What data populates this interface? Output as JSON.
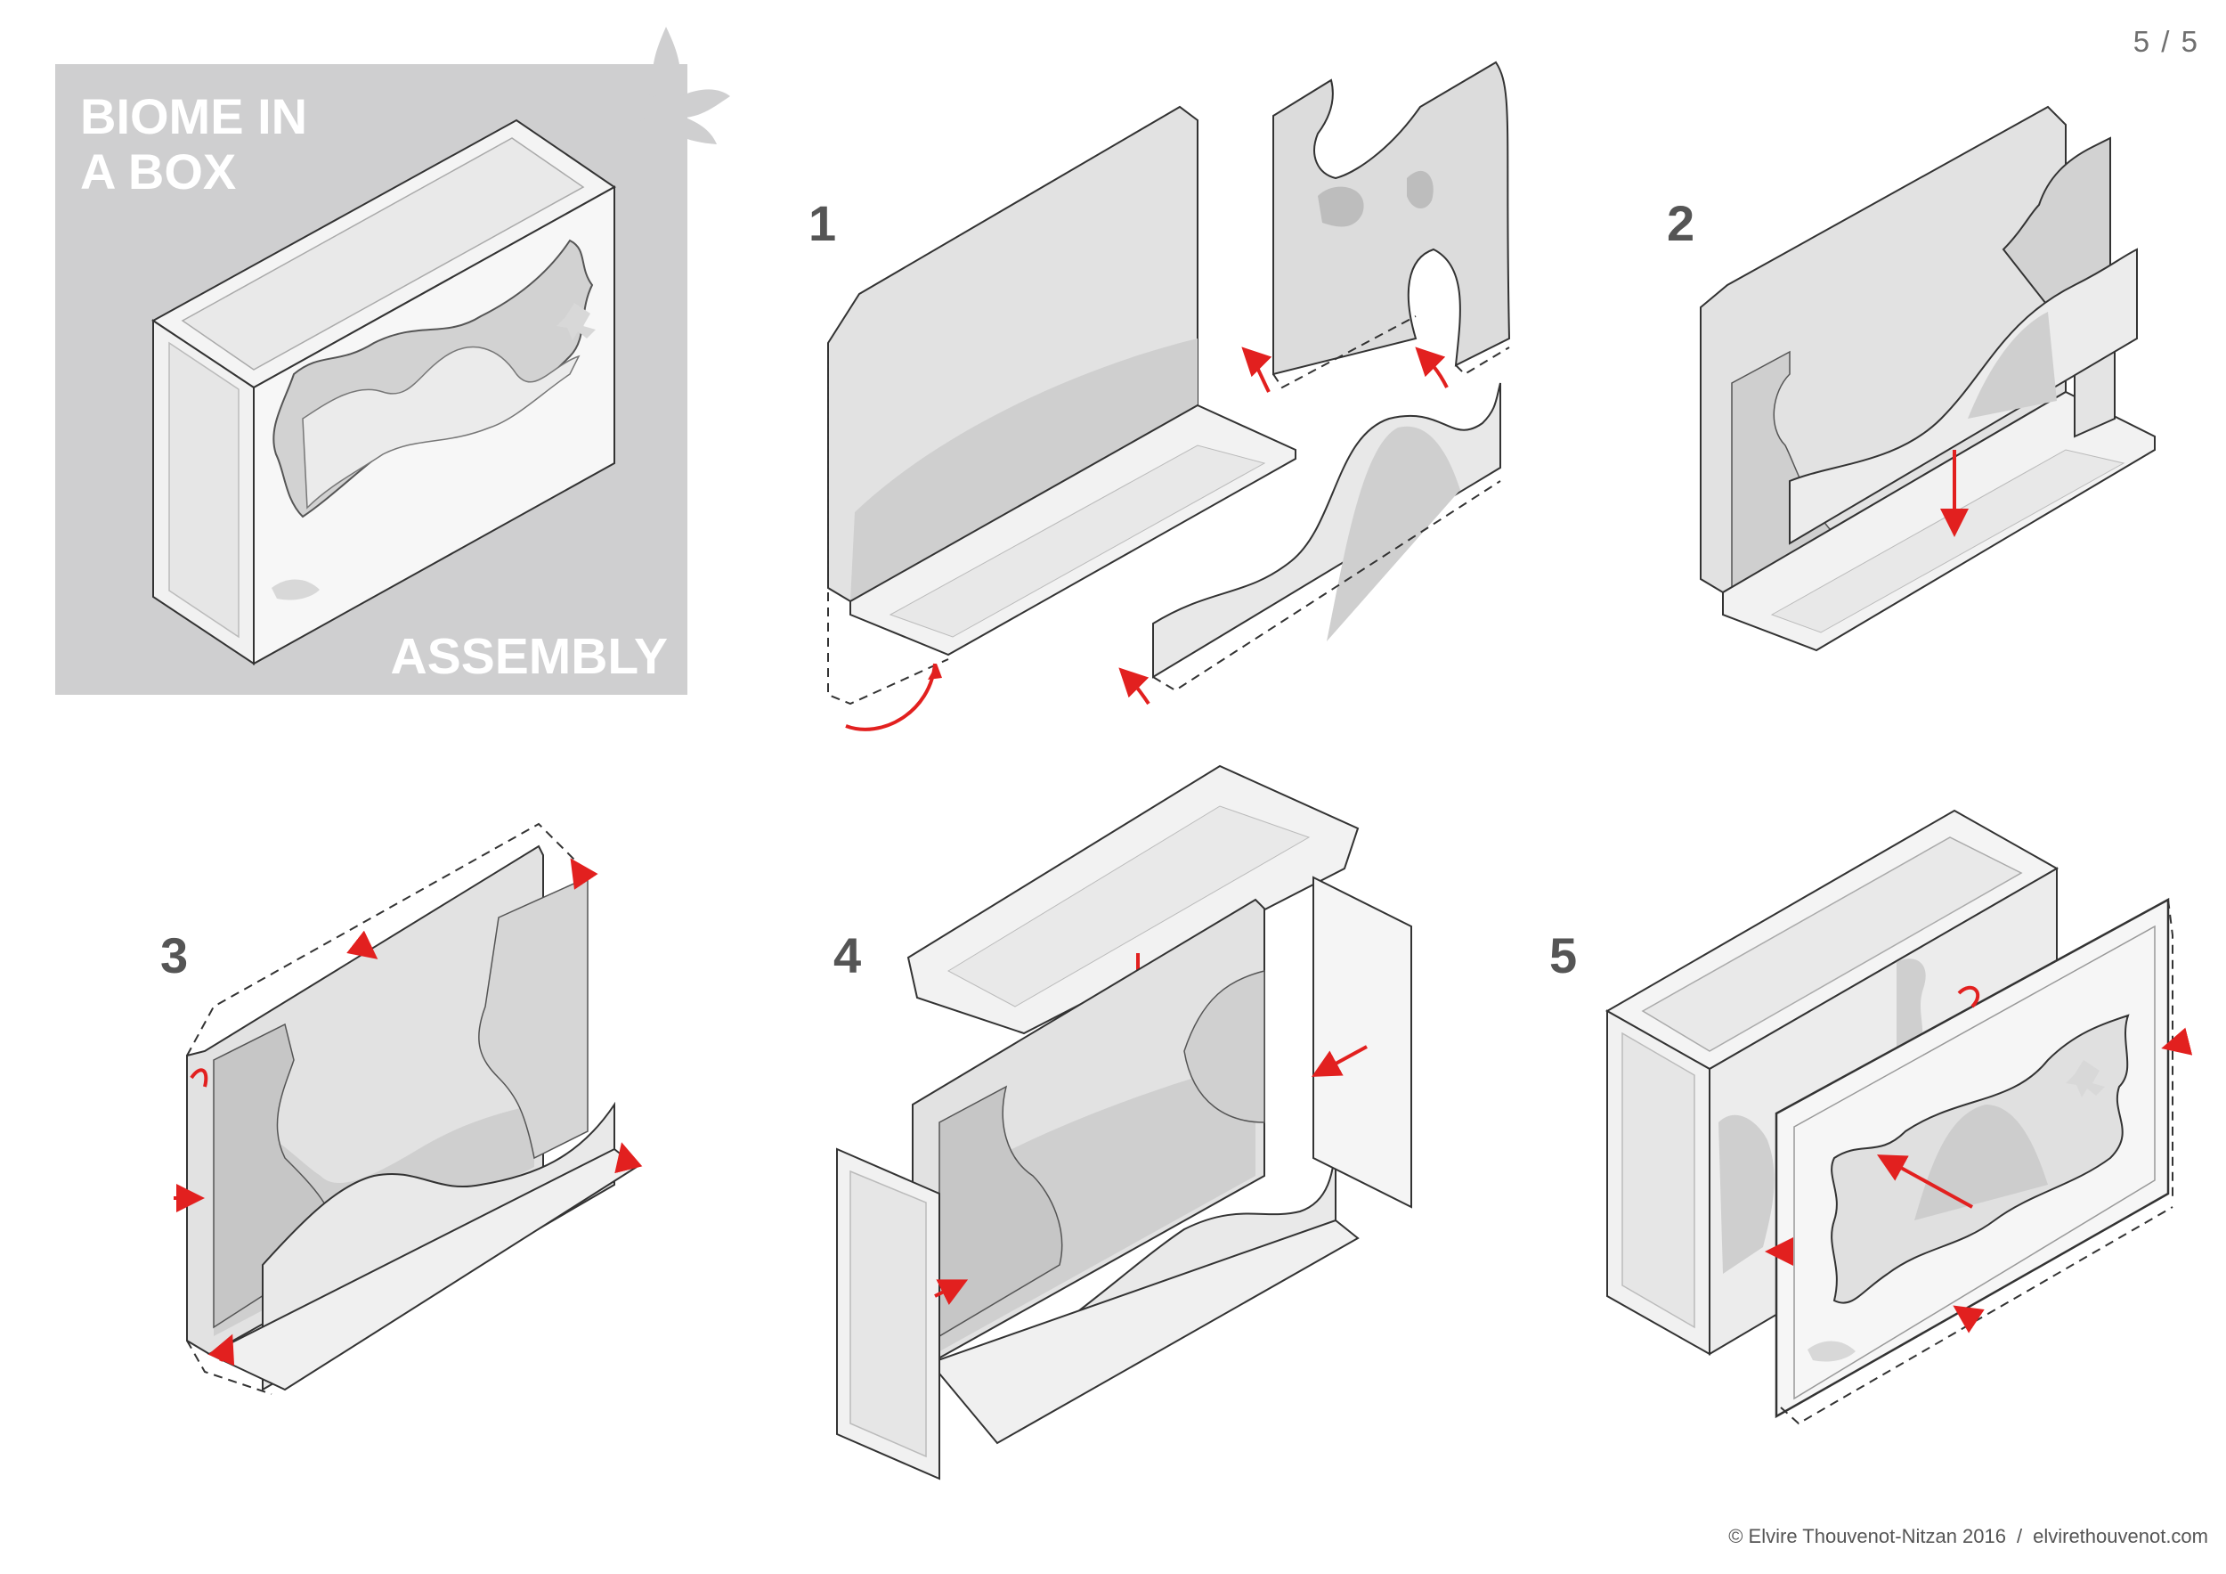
{
  "page": {
    "number": "5 / 5"
  },
  "title_panel": {
    "title_lines": [
      "BIOME IN",
      "A BOX"
    ],
    "subtitle": "ASSEMBLY",
    "logo_icon": "leaf-logo-icon"
  },
  "steps": [
    {
      "number": "1"
    },
    {
      "number": "2"
    },
    {
      "number": "3"
    },
    {
      "number": "4"
    },
    {
      "number": "5"
    }
  ],
  "colors": {
    "panel_background": "#cfcfd0",
    "arrow": "#e2201f",
    "outline": "#333333",
    "fill_light": "#ececec",
    "fill_mid": "#d9d9d9",
    "fill_dark": "#bdbdbd"
  },
  "footer": {
    "copyright": "© Elvire Thouvenot-Nitzan 2016",
    "separator": "/",
    "website": "elvirethouvenot.com"
  }
}
